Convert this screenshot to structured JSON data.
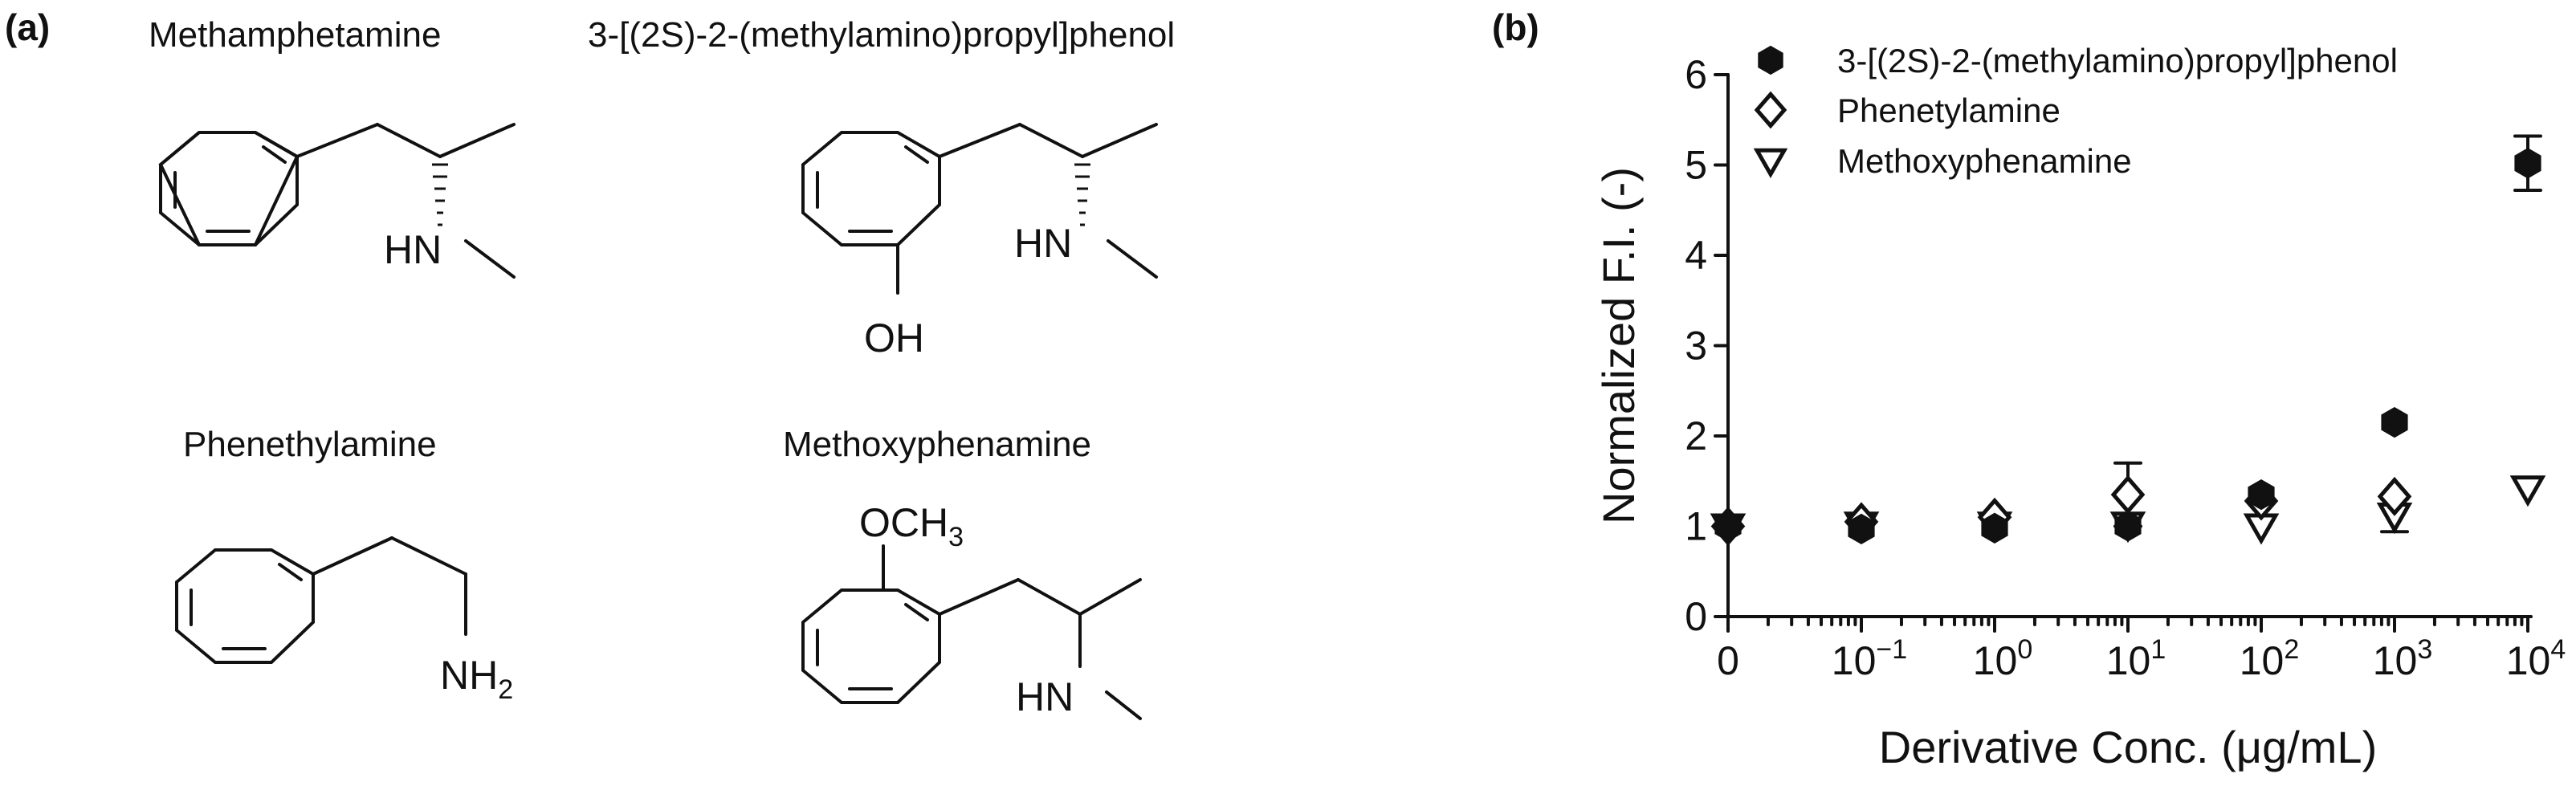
{
  "panels": {
    "a": "(a)",
    "b": "(b)"
  },
  "compounds": {
    "methamphetamine": {
      "name": "Methamphetamine",
      "amine": "HN"
    },
    "phenol": {
      "name": "3-[(2S)-2-(methylamino)propyl]phenol",
      "amine": "HN",
      "hydroxyl": "OH"
    },
    "phenethylamine": {
      "name": "Phenethylamine",
      "amine_base": "NH",
      "amine_sub": "2"
    },
    "methoxyphenamine": {
      "name": "Methoxyphenamine",
      "methoxy_base": "OCH",
      "methoxy_sub": "3",
      "amine": "HN"
    }
  },
  "chart_data": {
    "type": "scatter",
    "xlabel": "Derivative Conc. (μg/mL)",
    "ylabel": "Normalized F.I. (-)",
    "x_ticks": [
      {
        "base": "0",
        "exp": ""
      },
      {
        "base": "10",
        "exp": "−1"
      },
      {
        "base": "10",
        "exp": "0"
      },
      {
        "base": "10",
        "exp": "1"
      },
      {
        "base": "10",
        "exp": "2"
      },
      {
        "base": "10",
        "exp": "3"
      },
      {
        "base": "10",
        "exp": "4"
      }
    ],
    "x": [
      0,
      0.1,
      1,
      10,
      100,
      1000,
      10000
    ],
    "y_ticks": [
      "0",
      "1",
      "2",
      "3",
      "4",
      "5",
      "6"
    ],
    "ylim": [
      0,
      6
    ],
    "legend_position": "top",
    "series": [
      {
        "name": "3-[(2S)-2-(methylamino)propyl]phenol",
        "marker": "hexagon-filled",
        "values": [
          1.0,
          0.97,
          0.98,
          1.0,
          1.35,
          2.15,
          5.02
        ],
        "errors": [
          0.03,
          0.05,
          0.05,
          0.05,
          0.07,
          0.06,
          0.3
        ]
      },
      {
        "name": "Phenetylamine",
        "marker": "diamond-open",
        "values": [
          1.0,
          1.05,
          1.1,
          1.35,
          1.28,
          1.33,
          null
        ],
        "errors": [
          0.03,
          0.04,
          0.05,
          0.35,
          0.06,
          0.06,
          null
        ]
      },
      {
        "name": "Methoxyphenamine",
        "marker": "triangle-down-open",
        "values": [
          1.0,
          1.02,
          1.02,
          1.02,
          1.0,
          1.12,
          1.42
        ],
        "errors": [
          0.03,
          0.04,
          0.04,
          0.05,
          0.05,
          0.18,
          0.05
        ]
      }
    ],
    "colors": {
      "ink": "#111111"
    }
  }
}
